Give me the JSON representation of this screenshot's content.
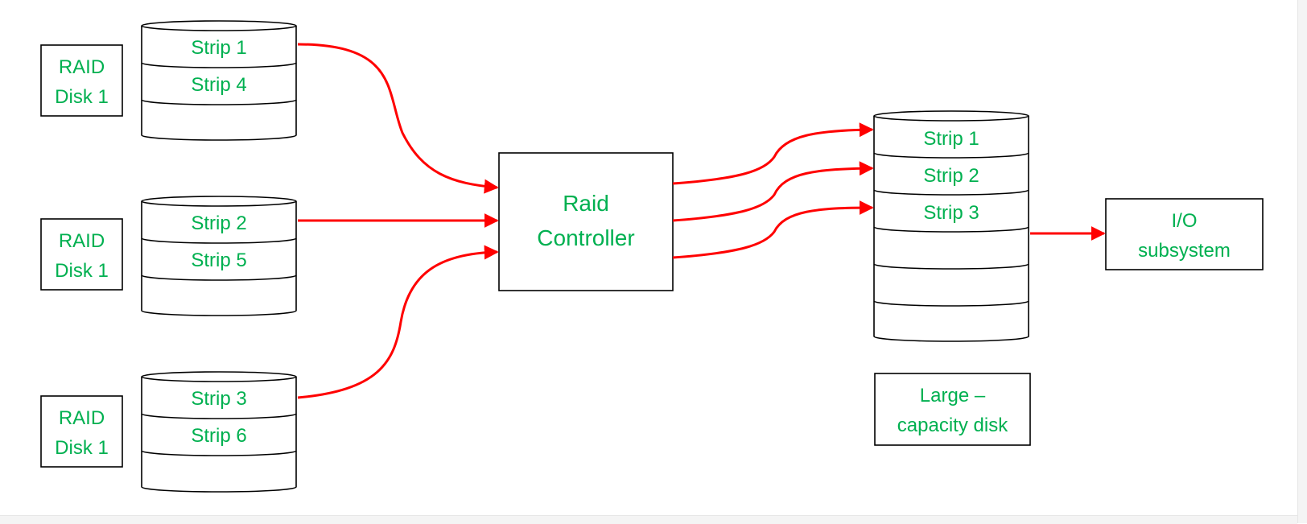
{
  "colors": {
    "label_green": "#00b050",
    "arrow_red": "#ff0000",
    "outline": "#000000",
    "background": "#ffffff"
  },
  "raid_disks": [
    {
      "label_line1": "RAID",
      "label_line2": "Disk 1",
      "strips": [
        "Strip 1",
        "Strip 4"
      ]
    },
    {
      "label_line1": "RAID",
      "label_line2": "Disk 1",
      "strips": [
        "Strip 2",
        "Strip 5"
      ]
    },
    {
      "label_line1": "RAID",
      "label_line2": "Disk 1",
      "strips": [
        "Strip 3",
        "Strip 6"
      ]
    }
  ],
  "controller": {
    "line1": "Raid",
    "line2": "Controller"
  },
  "large_disk": {
    "strips": [
      "Strip 1",
      "Strip 2",
      "Strip 3"
    ],
    "label_line1": "Large –",
    "label_line2": "capacity disk"
  },
  "io": {
    "line1": "I/O",
    "line2": "subsystem"
  }
}
